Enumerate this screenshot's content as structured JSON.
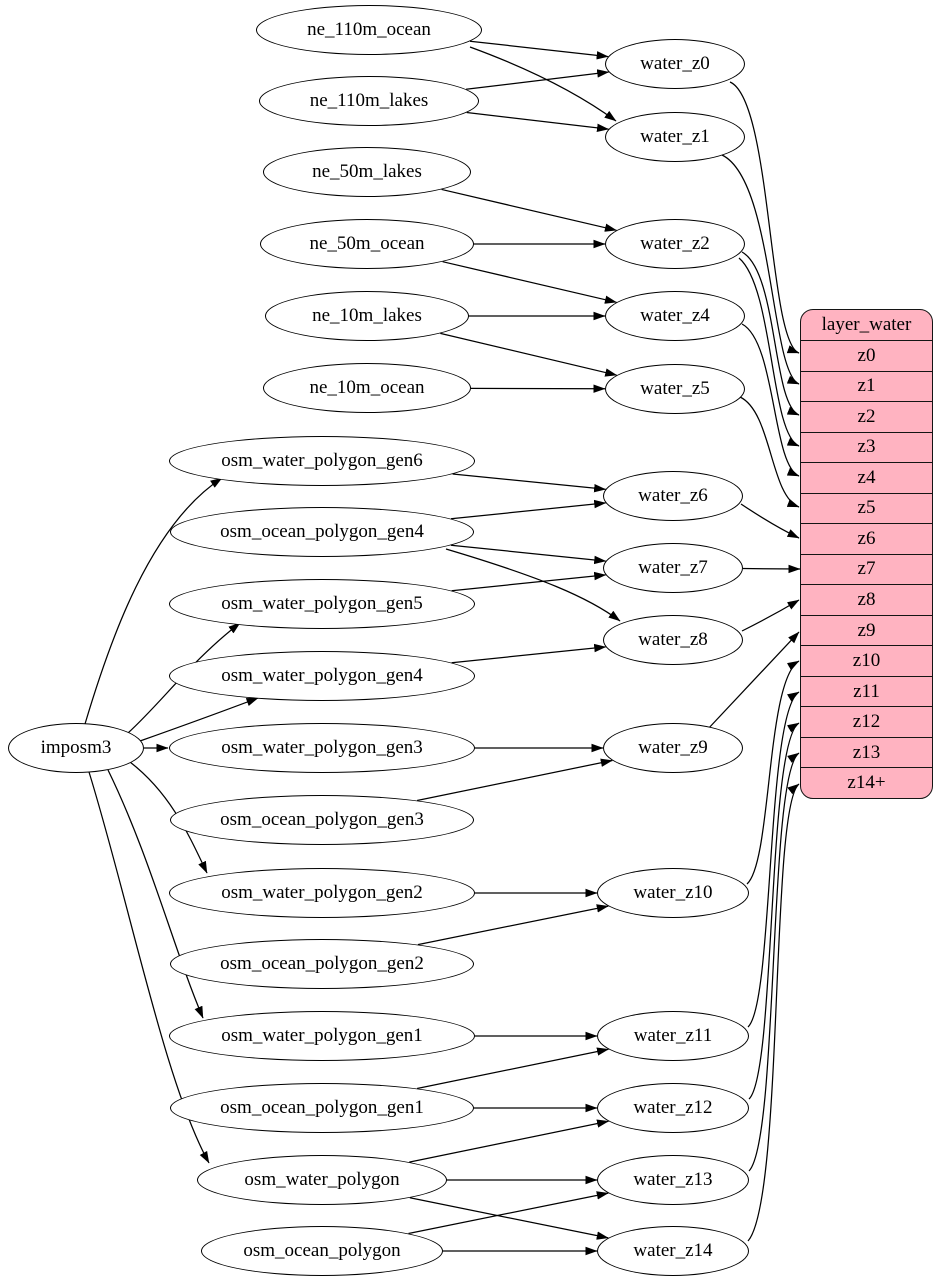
{
  "diagram": {
    "background": "#ffffff",
    "edge_color": "#000000",
    "node_fill": "#ffffff",
    "node_border": "#000000"
  },
  "nodes": [
    {
      "id": "imposm3",
      "label": "imposm3"
    },
    {
      "id": "ne_110m_ocean",
      "label": "ne_110m_ocean"
    },
    {
      "id": "ne_110m_lakes",
      "label": "ne_110m_lakes"
    },
    {
      "id": "ne_50m_lakes",
      "label": "ne_50m_lakes"
    },
    {
      "id": "ne_50m_ocean",
      "label": "ne_50m_ocean"
    },
    {
      "id": "ne_10m_lakes",
      "label": "ne_10m_lakes"
    },
    {
      "id": "ne_10m_ocean",
      "label": "ne_10m_ocean"
    },
    {
      "id": "osm_water_polygon_gen6",
      "label": "osm_water_polygon_gen6"
    },
    {
      "id": "osm_ocean_polygon_gen4",
      "label": "osm_ocean_polygon_gen4"
    },
    {
      "id": "osm_water_polygon_gen5",
      "label": "osm_water_polygon_gen5"
    },
    {
      "id": "osm_water_polygon_gen4",
      "label": "osm_water_polygon_gen4"
    },
    {
      "id": "osm_water_polygon_gen3",
      "label": "osm_water_polygon_gen3"
    },
    {
      "id": "osm_ocean_polygon_gen3",
      "label": "osm_ocean_polygon_gen3"
    },
    {
      "id": "osm_water_polygon_gen2",
      "label": "osm_water_polygon_gen2"
    },
    {
      "id": "osm_ocean_polygon_gen2",
      "label": "osm_ocean_polygon_gen2"
    },
    {
      "id": "osm_water_polygon_gen1",
      "label": "osm_water_polygon_gen1"
    },
    {
      "id": "osm_ocean_polygon_gen1",
      "label": "osm_ocean_polygon_gen1"
    },
    {
      "id": "osm_water_polygon",
      "label": "osm_water_polygon"
    },
    {
      "id": "osm_ocean_polygon",
      "label": "osm_ocean_polygon"
    },
    {
      "id": "water_z0",
      "label": "water_z0"
    },
    {
      "id": "water_z1",
      "label": "water_z1"
    },
    {
      "id": "water_z2",
      "label": "water_z2"
    },
    {
      "id": "water_z4",
      "label": "water_z4"
    },
    {
      "id": "water_z5",
      "label": "water_z5"
    },
    {
      "id": "water_z6",
      "label": "water_z6"
    },
    {
      "id": "water_z7",
      "label": "water_z7"
    },
    {
      "id": "water_z8",
      "label": "water_z8"
    },
    {
      "id": "water_z9",
      "label": "water_z9"
    },
    {
      "id": "water_z10",
      "label": "water_z10"
    },
    {
      "id": "water_z11",
      "label": "water_z11"
    },
    {
      "id": "water_z12",
      "label": "water_z12"
    },
    {
      "id": "water_z13",
      "label": "water_z13"
    },
    {
      "id": "water_z14",
      "label": "water_z14"
    }
  ],
  "table": {
    "title": "layer_water",
    "rows": [
      "z0",
      "z1",
      "z2",
      "z3",
      "z4",
      "z5",
      "z6",
      "z7",
      "z8",
      "z9",
      "z10",
      "z11",
      "z12",
      "z13",
      "z14+"
    ],
    "fill": "#ffb3c1",
    "border": "#141414"
  },
  "edges": [
    {
      "from": "ne_110m_ocean",
      "to": "water_z0"
    },
    {
      "from": "ne_110m_ocean",
      "to": "water_z1"
    },
    {
      "from": "ne_110m_lakes",
      "to": "water_z0"
    },
    {
      "from": "ne_110m_lakes",
      "to": "water_z1"
    },
    {
      "from": "ne_50m_lakes",
      "to": "water_z2"
    },
    {
      "from": "ne_50m_ocean",
      "to": "water_z2"
    },
    {
      "from": "ne_50m_ocean",
      "to": "water_z4"
    },
    {
      "from": "ne_10m_lakes",
      "to": "water_z4"
    },
    {
      "from": "ne_10m_lakes",
      "to": "water_z5"
    },
    {
      "from": "ne_10m_ocean",
      "to": "water_z5"
    },
    {
      "from": "imposm3",
      "to": "osm_water_polygon_gen6"
    },
    {
      "from": "imposm3",
      "to": "osm_water_polygon_gen5"
    },
    {
      "from": "imposm3",
      "to": "osm_water_polygon_gen4"
    },
    {
      "from": "imposm3",
      "to": "osm_water_polygon_gen3"
    },
    {
      "from": "imposm3",
      "to": "osm_water_polygon_gen2"
    },
    {
      "from": "imposm3",
      "to": "osm_water_polygon_gen1"
    },
    {
      "from": "imposm3",
      "to": "osm_water_polygon"
    },
    {
      "from": "osm_water_polygon_gen6",
      "to": "water_z6"
    },
    {
      "from": "osm_ocean_polygon_gen4",
      "to": "water_z6"
    },
    {
      "from": "osm_ocean_polygon_gen4",
      "to": "water_z7"
    },
    {
      "from": "osm_ocean_polygon_gen4",
      "to": "water_z8"
    },
    {
      "from": "osm_water_polygon_gen5",
      "to": "water_z7"
    },
    {
      "from": "osm_water_polygon_gen4",
      "to": "water_z8"
    },
    {
      "from": "osm_water_polygon_gen3",
      "to": "water_z9"
    },
    {
      "from": "osm_ocean_polygon_gen3",
      "to": "water_z9"
    },
    {
      "from": "osm_water_polygon_gen2",
      "to": "water_z10"
    },
    {
      "from": "osm_ocean_polygon_gen2",
      "to": "water_z10"
    },
    {
      "from": "osm_water_polygon_gen1",
      "to": "water_z11"
    },
    {
      "from": "osm_ocean_polygon_gen1",
      "to": "water_z11"
    },
    {
      "from": "osm_ocean_polygon_gen1",
      "to": "water_z12"
    },
    {
      "from": "osm_water_polygon",
      "to": "water_z12"
    },
    {
      "from": "osm_water_polygon",
      "to": "water_z13"
    },
    {
      "from": "osm_water_polygon",
      "to": "water_z14"
    },
    {
      "from": "osm_ocean_polygon",
      "to": "water_z13"
    },
    {
      "from": "osm_ocean_polygon",
      "to": "water_z14"
    },
    {
      "from": "water_z0",
      "to": "layer_water:z0"
    },
    {
      "from": "water_z1",
      "to": "layer_water:z1"
    },
    {
      "from": "water_z2",
      "to": "layer_water:z2"
    },
    {
      "from": "water_z2",
      "to": "layer_water:z3"
    },
    {
      "from": "water_z4",
      "to": "layer_water:z4"
    },
    {
      "from": "water_z5",
      "to": "layer_water:z5"
    },
    {
      "from": "water_z6",
      "to": "layer_water:z6"
    },
    {
      "from": "water_z7",
      "to": "layer_water:z7"
    },
    {
      "from": "water_z8",
      "to": "layer_water:z8"
    },
    {
      "from": "water_z9",
      "to": "layer_water:z9"
    },
    {
      "from": "water_z10",
      "to": "layer_water:z10"
    },
    {
      "from": "water_z11",
      "to": "layer_water:z11"
    },
    {
      "from": "water_z12",
      "to": "layer_water:z12"
    },
    {
      "from": "water_z13",
      "to": "layer_water:z13"
    },
    {
      "from": "water_z14",
      "to": "layer_water:z14+"
    }
  ]
}
